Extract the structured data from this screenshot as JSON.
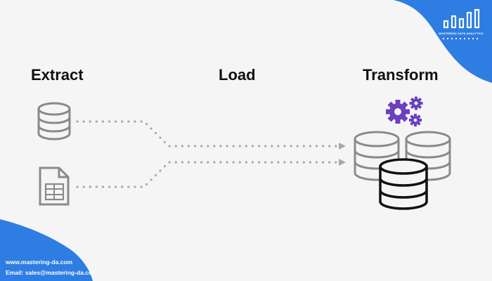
{
  "headings": {
    "extract": "Extract",
    "load": "Load",
    "transform": "Transform"
  },
  "brand": {
    "name": "MASTERING DATA ANALYTICS",
    "accent_color": "#2e7de2"
  },
  "footer": {
    "website": "www.mastering-da.com",
    "email": "Email: sales@mastering-da.com"
  },
  "icons": {
    "source_database": "database-icon",
    "source_spreadsheet": "spreadsheet-icon",
    "process": "gears-icon",
    "target": "database-stack-icon"
  },
  "colors": {
    "icon_gray": "#8a8a8a",
    "dots": "#a9a9a9",
    "gears": "#6a3fc1",
    "target_db": "#111111"
  }
}
